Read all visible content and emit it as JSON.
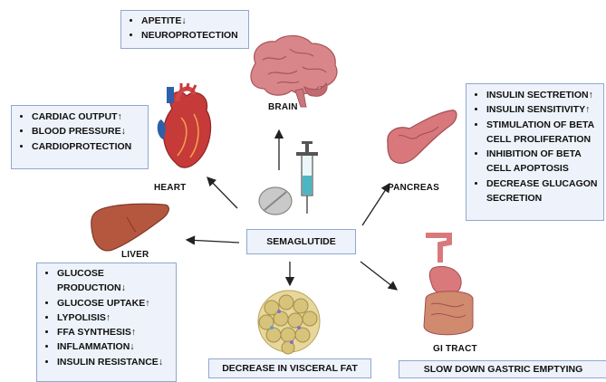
{
  "center": {
    "label": "SEMAGLUTIDE"
  },
  "brain": {
    "label": "BRAIN",
    "effects": [
      "APETITE↓",
      "NEUROPROTECTION"
    ]
  },
  "heart": {
    "label": "HEART",
    "effects": [
      "CARDIAC OUTPUT↑",
      "BLOOD PRESSURE↓",
      "CARDIOPROTECTION"
    ]
  },
  "pancreas": {
    "label": "PANCREAS",
    "effects": [
      "INSULIN SECTRETION↑",
      "INSULIN SENSITIVITY↑",
      "STIMULATION OF BETA CELL PROLIFERATION",
      "INHIBITION OF BETA CELL APOPTOSIS",
      "DECREASE GLUCAGON SECRETION"
    ]
  },
  "liver": {
    "label": "LIVER",
    "effects": [
      "GLUCOSE PRODUCTION↓",
      "GLUCOSE UPTAKE↑",
      "LYPOLISIS↑",
      "FFA SYNTHESIS↑",
      "INFLAMMATION↓",
      "INSULIN RESISTANCE↓"
    ]
  },
  "gi_tract": {
    "label": "GI TRACT",
    "effect": "SLOW DOWN GASTRIC EMPTYING"
  },
  "fat": {
    "effect": "DECREASE IN VISCERAL FAT"
  },
  "colors": {
    "box_fill": "#eef2fa",
    "box_border": "#8fa8d0",
    "brain": "#d9868a",
    "heart_red": "#c63a3a",
    "heart_blue": "#2f5fa8",
    "liver": "#b5573f",
    "pancreas": "#d8787c",
    "gi": "#d9797b",
    "fat": "#d8c37a"
  }
}
